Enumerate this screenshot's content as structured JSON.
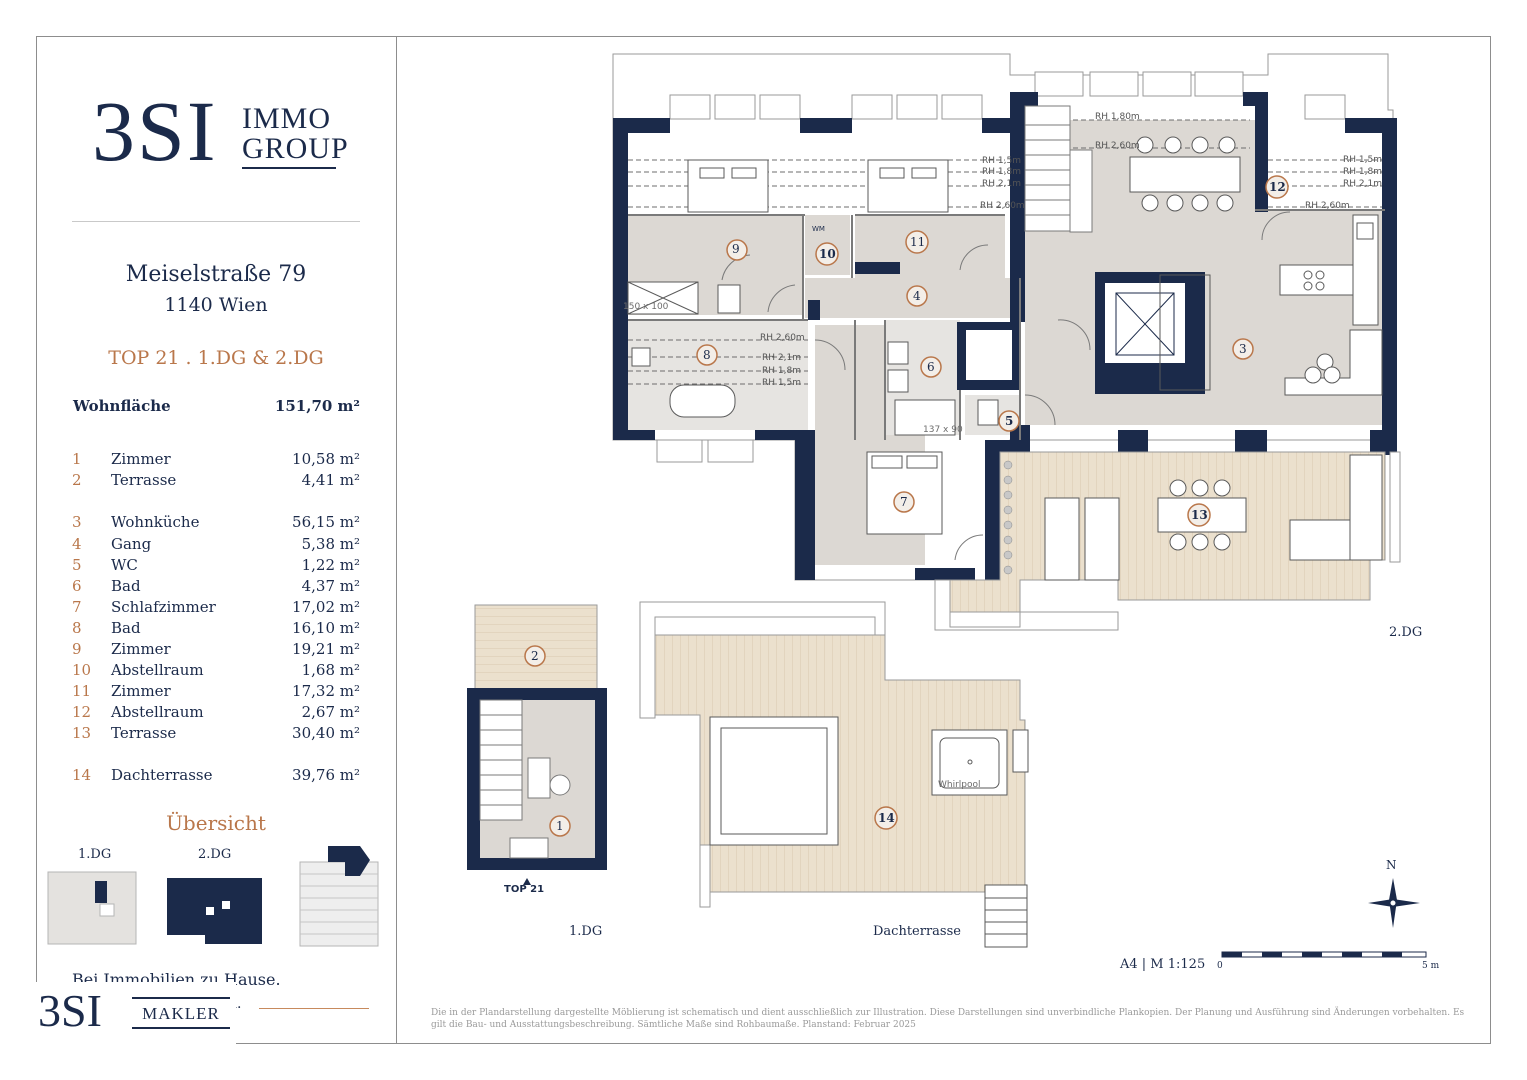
{
  "brand": {
    "logo_main": "3SI",
    "logo_line1": "IMMO",
    "logo_line2": "GROUP",
    "footer_logo_main": "3SI",
    "footer_logo_word": "MAKLER",
    "tagline": "Bei Immobilien zu Hause.",
    "tagline_fragment": "n."
  },
  "address": {
    "street": "Meiselstraße 79",
    "city": "1140 Wien"
  },
  "unit_title": "TOP 21 . 1.DG & 2.DG",
  "living_area": {
    "label": "Wohnfläche",
    "value": "151,70 m²"
  },
  "rooms": [
    {
      "num": "1",
      "name": "Zimmer",
      "area": "10,58 m²"
    },
    {
      "num": "2",
      "name": "Terrasse",
      "area": "4,41 m²"
    },
    {
      "num": "3",
      "name": "Wohnküche",
      "area": "56,15 m²"
    },
    {
      "num": "4",
      "name": "Gang",
      "area": "5,38 m²"
    },
    {
      "num": "5",
      "name": "WC",
      "area": "1,22 m²"
    },
    {
      "num": "6",
      "name": "Bad",
      "area": "4,37 m²"
    },
    {
      "num": "7",
      "name": "Schlafzimmer",
      "area": "17,02 m²"
    },
    {
      "num": "8",
      "name": "Bad",
      "area": "16,10 m²"
    },
    {
      "num": "9",
      "name": "Zimmer",
      "area": "19,21 m²"
    },
    {
      "num": "10",
      "name": "Abstellraum",
      "area": "1,68 m²"
    },
    {
      "num": "11",
      "name": "Zimmer",
      "area": "17,32 m²"
    },
    {
      "num": "12",
      "name": "Abstellraum",
      "area": "2,67 m²"
    },
    {
      "num": "13",
      "name": "Terrasse",
      "area": "30,40 m²"
    },
    {
      "num": "14",
      "name": "Dachterrasse",
      "area": "39,76 m²"
    }
  ],
  "overview": {
    "title": "Übersicht",
    "label_1dg": "1.DG",
    "label_2dg": "2.DG"
  },
  "plan": {
    "room_markers": [
      "1",
      "2",
      "3",
      "4",
      "5",
      "6",
      "7",
      "8",
      "9",
      "10",
      "11",
      "12",
      "13",
      "14"
    ],
    "floor_labels": {
      "dg2": "2.DG",
      "dg1": "1.DG",
      "roof": "Dachterrasse"
    },
    "entrance": "TOP 21",
    "whirlpool": "Whirlpool",
    "wm": "WM",
    "shower_1": "150 x 100",
    "shower_2": "137 x 90",
    "heights_room8": [
      "RH 2,60m",
      "RH 2,1m",
      "RH 1,8m",
      "RH 1,5m"
    ],
    "heights_room11": [
      "RH 1,5m",
      "RH 1,8m",
      "RH 2,1m",
      "RH 2,60m"
    ],
    "heights_room3": [
      "RH 1,80m",
      "RH 2,60m"
    ],
    "heights_room12": [
      "RH 1,5m",
      "RH 1,8m",
      "RH 2,1m",
      "RH 2,60m"
    ],
    "scale_text": "A4 | M 1:125",
    "scale_start": "0",
    "scale_end": "5 m",
    "north": "N"
  },
  "disclaimer": "Die in der Plandarstellung dargestellte Möblierung ist schematisch und dient ausschließlich zur Illustration. Diese Darstellungen sind unverbindliche Plankopien. Der Planung und Ausführung sind Änderungen vorbehalten. Es gilt die Bau- und Ausstattungsbeschreibung. Sämtliche Maße sind Rohbaumaße. Planstand: Februar 2025",
  "colors": {
    "navy": "#1b2a4a",
    "accent": "#b9774b",
    "floor": "#dcd8d3",
    "deck": "#e8dcc8"
  }
}
